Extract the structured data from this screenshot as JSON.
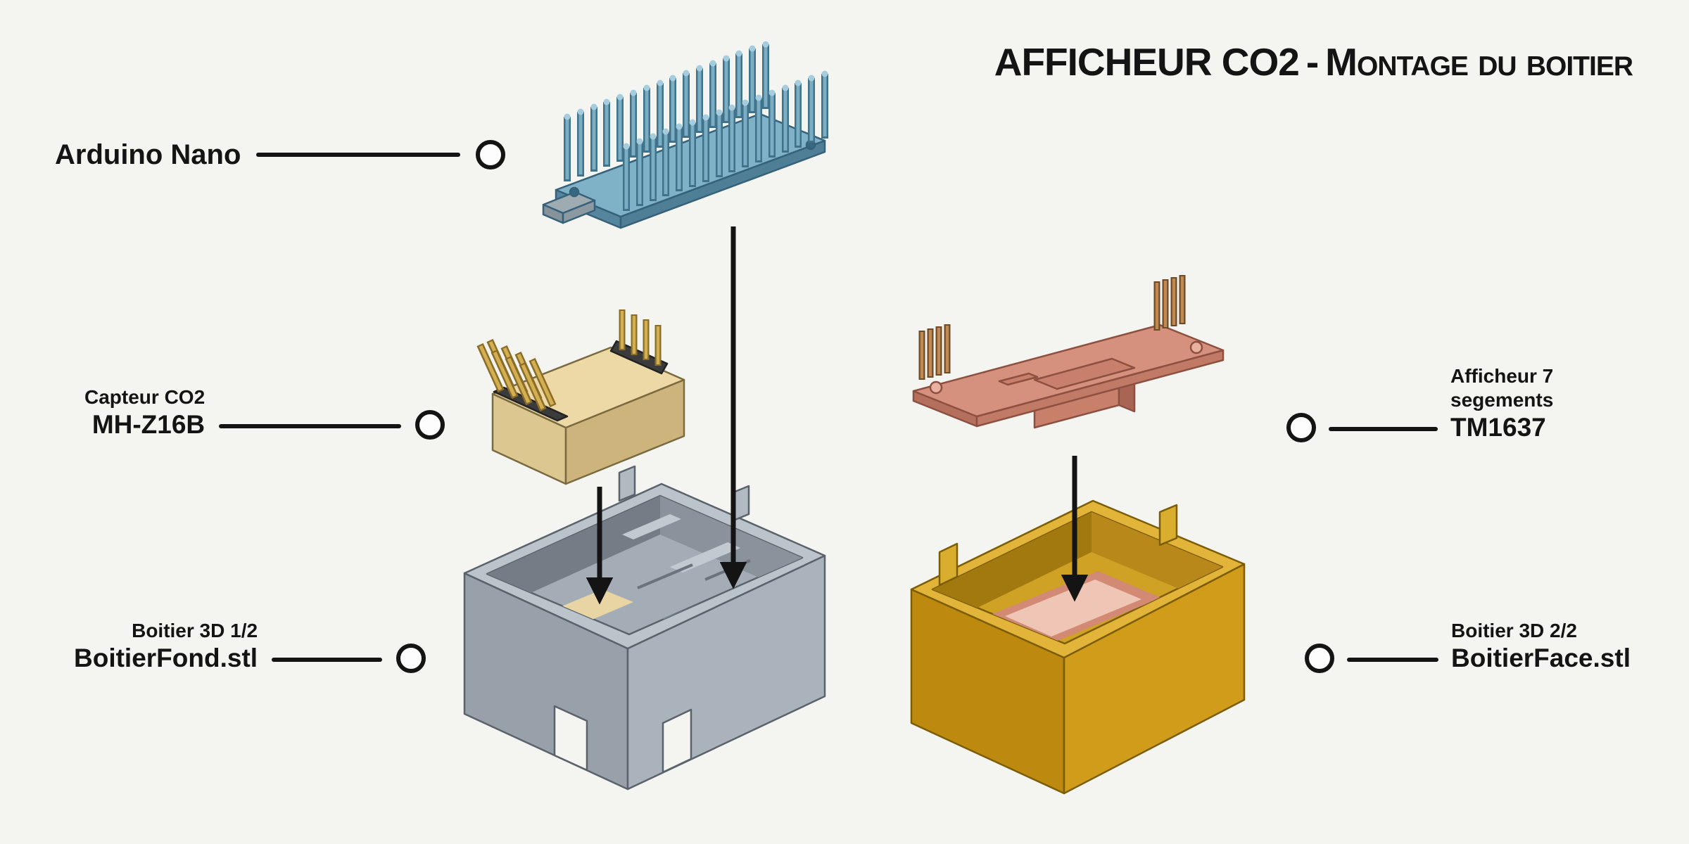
{
  "title": {
    "main": "AFFICHEUR CO2",
    "separator": "-",
    "sub": "Montage du boitier"
  },
  "callouts": {
    "arduino": {
      "title": "Arduino Nano"
    },
    "capteur": {
      "subtitle": "Capteur CO2",
      "title": "MH-Z16B"
    },
    "boitier_fond": {
      "subtitle": "Boitier 3D 1/2",
      "title": "BoitierFond.stl"
    },
    "afficheur": {
      "subtitle1": "Afficheur 7",
      "subtitle2": "segements",
      "title": "TM1637"
    },
    "boitier_face": {
      "subtitle": "Boitier 3D 2/2",
      "title": "BoitierFace.stl"
    }
  },
  "components": {
    "arduino_nano": {
      "name": "Arduino Nano",
      "color": "#7fb2c7"
    },
    "co2_sensor": {
      "name": "MH-Z16B",
      "color": "#ecd9a6"
    },
    "tm1637_display": {
      "name": "TM1637",
      "color": "#d6917e"
    },
    "case_bottom": {
      "name": "BoitierFond.stl",
      "color": "#a9b2ba"
    },
    "case_face": {
      "name": "BoitierFace.stl",
      "color": "#d3a01d"
    }
  },
  "colors": {
    "background": "#f4f4f1",
    "ink": "#141414"
  }
}
